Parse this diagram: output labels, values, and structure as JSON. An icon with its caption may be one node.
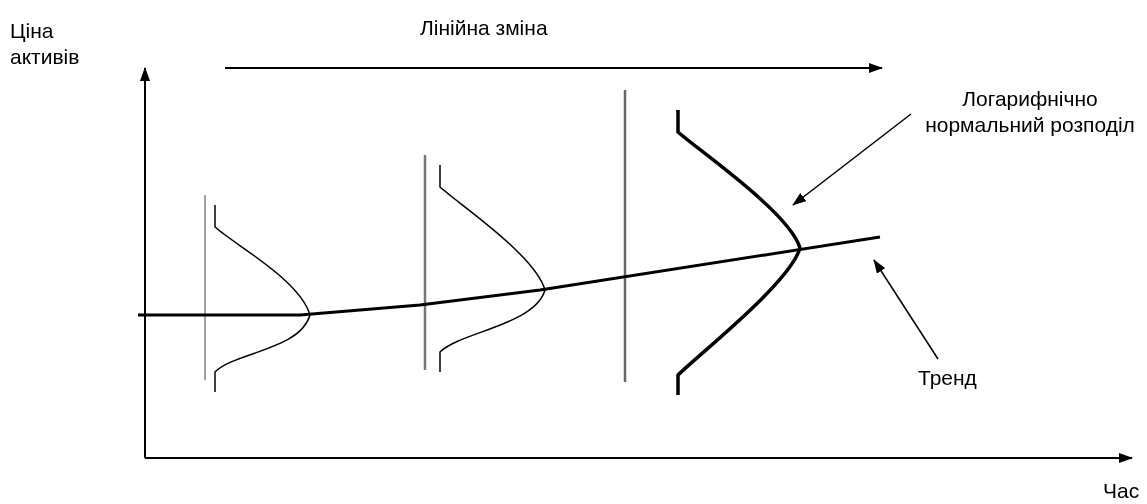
{
  "diagram": {
    "nodes": [
      {
        "text": [
          "Логарифнічно нормальний розподіл"
        ]
      },
      {
        "text": [],
        "shape": "curve"
      },
      {
        "text": [
          "Тренд"
        ]
      },
      {
        "text": [],
        "shape": "line"
      }
    ],
    "edges": [
      {
        "from": 0,
        "to": 1,
        "arrow": "to"
      },
      {
        "from": 2,
        "to": 3,
        "arrow": "to"
      }
    ],
    "labels": [
      "Ціна активів",
      "Лінійна зміна",
      "Час"
    ]
  }
}
